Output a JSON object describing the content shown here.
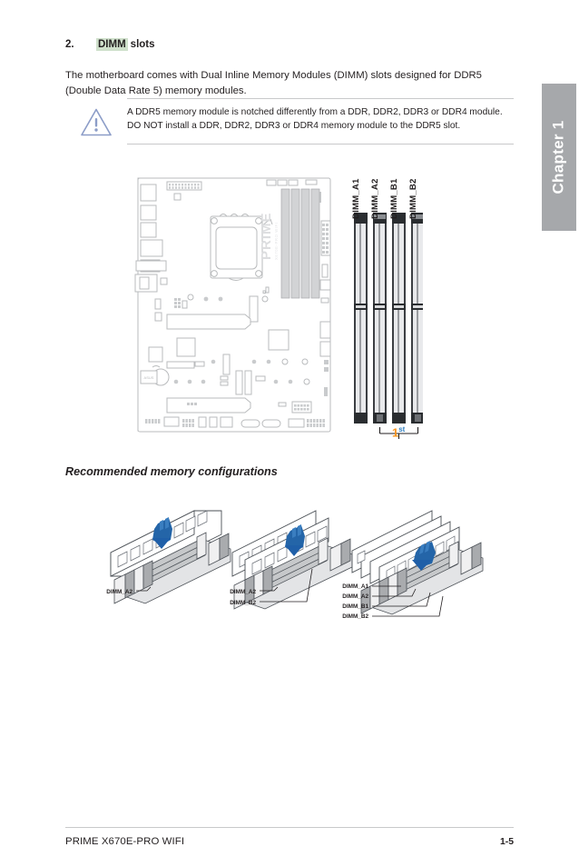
{
  "chapter_tab": {
    "label": "Chapter 1",
    "bg_color": "#a6a8ab",
    "text_color": "#ffffff"
  },
  "section": {
    "number": "2.",
    "highlighted_term": "DIMM",
    "highlight_color": "#cfe0cb",
    "title_rest": "slots",
    "intro": "The motherboard comes with Dual Inline Memory Modules (DIMM) slots designed for DDR5 (Double Data Rate 5) memory modules."
  },
  "note": {
    "icon": "warning-triangle-icon",
    "text": "A DDR5 memory module is notched differently from a DDR, DDR2, DDR3 or DDR4 module. DO NOT install a DDR, DDR2, DDR3 or DDR4 memory module to the DDR5 slot."
  },
  "board_figure": {
    "caption_board_silkscreen": "PRIME",
    "dimm_labels": [
      "DIMM_A1",
      "DIMM_A2",
      "DIMM_B1",
      "DIMM_B2"
    ],
    "priority_marker": {
      "number": "1",
      "ordinal_suffix": "st",
      "number_color": "#f7941e",
      "suffix_color": "#2e7fc1"
    }
  },
  "recommended": {
    "heading": "Recommended memory configurations",
    "configs": [
      {
        "name": "single-channel",
        "labels": [
          "DIMM_A2"
        ]
      },
      {
        "name": "dual-channel-2-modules",
        "labels": [
          "DIMM_A2",
          "DIMM_B2"
        ]
      },
      {
        "name": "dual-channel-4-modules",
        "labels": [
          "DIMM_A1",
          "DIMM_A2",
          "DIMM_B1",
          "DIMM_B2"
        ]
      }
    ]
  },
  "footer": {
    "product": "PRIME X670E-PRO WIFI",
    "page": "1-5"
  }
}
